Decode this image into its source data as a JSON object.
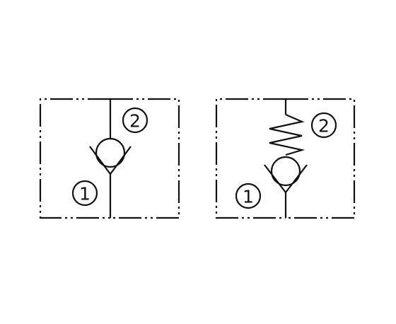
{
  "symbols": [
    {
      "name": "check-valve",
      "has_spring": false,
      "ports": [
        {
          "label": "1"
        },
        {
          "label": "2"
        }
      ]
    },
    {
      "name": "spring-check-valve",
      "has_spring": true,
      "ports": [
        {
          "label": "1"
        },
        {
          "label": "2"
        }
      ]
    }
  ],
  "colors": {
    "line": "#111111",
    "background": "#ffffff"
  }
}
